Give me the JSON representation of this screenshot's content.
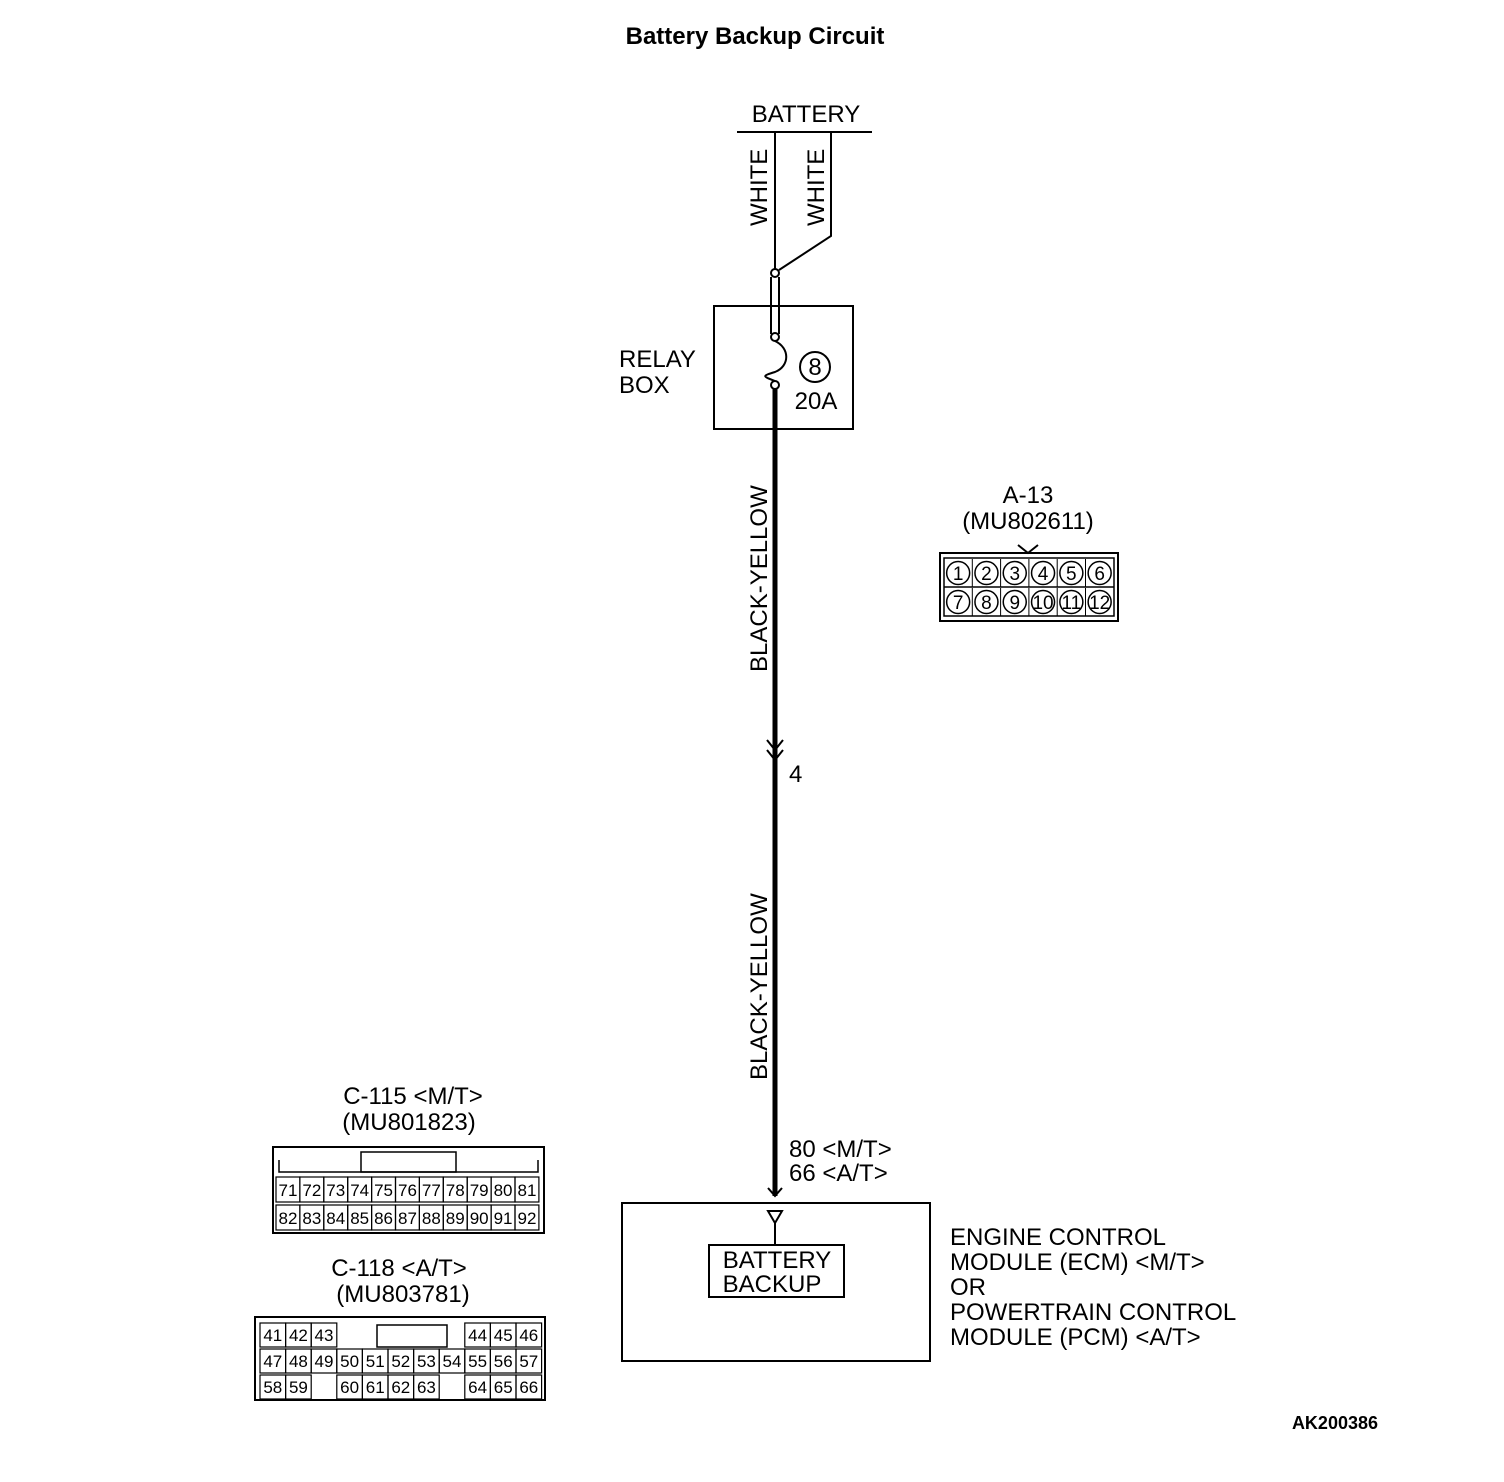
{
  "title": "Battery Backup Circuit",
  "figure_id": "AK200386",
  "battery": {
    "label": "BATTERY",
    "wires": [
      "WHITE",
      "WHITE"
    ]
  },
  "relay_box": {
    "label_line1": "RELAY",
    "label_line2": "BOX",
    "fuse_number": "8",
    "fuse_rating": "20A"
  },
  "wire_upper": {
    "color": "BLACK-YELLOW"
  },
  "connector_pin": "4",
  "wire_lower": {
    "color": "BLACK-YELLOW"
  },
  "module_terminals": {
    "mt": "80 <M/T>",
    "at": "66 <A/T>"
  },
  "module": {
    "function_line1": "BATTERY",
    "function_line2": "BACKUP",
    "name_lines": [
      "ENGINE CONTROL",
      "MODULE (ECM) <M/T>",
      "OR",
      "POWERTRAIN CONTROL",
      "MODULE (PCM) <A/T>"
    ]
  },
  "connectors": {
    "a13": {
      "name": "A-13",
      "part": "(MU802611)",
      "rows": [
        [
          "1",
          "2",
          "3",
          "4",
          "5",
          "6"
        ],
        [
          "7",
          "8",
          "9",
          "10",
          "11",
          "12"
        ]
      ]
    },
    "c115": {
      "name": "C-115 <M/T>",
      "part": "(MU801823)",
      "rows": [
        [
          "71",
          "72",
          "73",
          "74",
          "75",
          "76",
          "77",
          "78",
          "79",
          "80",
          "81"
        ],
        [
          "82",
          "83",
          "84",
          "85",
          "86",
          "87",
          "88",
          "89",
          "90",
          "91",
          "92"
        ]
      ]
    },
    "c118": {
      "name": "C-118 <A/T>",
      "part": "(MU803781)",
      "rows": [
        [
          "41",
          "42",
          "43",
          "",
          "",
          "",
          "",
          "",
          "44",
          "45",
          "46"
        ],
        [
          "47",
          "48",
          "49",
          "50",
          "51",
          "52",
          "53",
          "54",
          "55",
          "56",
          "57"
        ],
        [
          "58",
          "59",
          "",
          "60",
          "61",
          "62",
          "63",
          "",
          "64",
          "65",
          "66"
        ]
      ]
    }
  }
}
